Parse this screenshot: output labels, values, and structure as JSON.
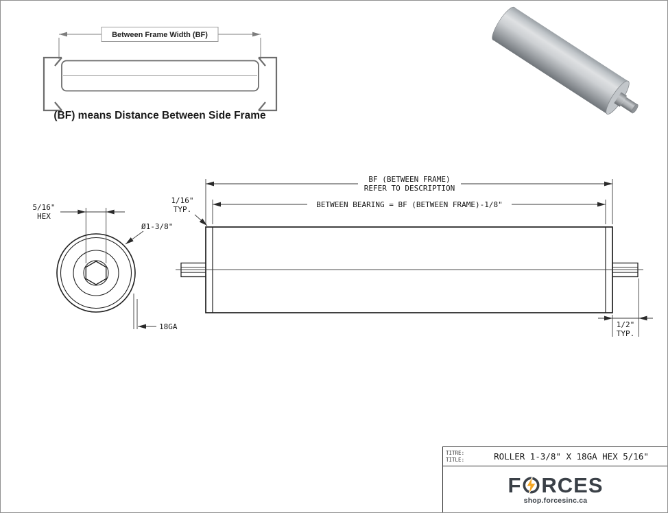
{
  "frame_diagram": {
    "dim_label": "Between Frame Width (BF)",
    "caption": "(BF) means Distance Between Side Frame"
  },
  "end_view": {
    "hex_size": "5/16\"",
    "hex_word": "HEX",
    "diameter": "Ø1-3/8\"",
    "gauge": "18GA"
  },
  "side_view": {
    "bf_line1": "BF (BETWEEN FRAME)",
    "bf_line2": "REFER TO DESCRIPTION",
    "between_bearing": "BETWEEN BEARING = BF (BETWEEN FRAME)-1/8\"",
    "left_inset": "1/16\"",
    "left_inset_typ": "TYP.",
    "right_ext": "1/2\"",
    "right_ext_typ": "TYP."
  },
  "title_block": {
    "titre_label": "TITRE:",
    "title_label": "TITLE:",
    "drawing_title": "ROLLER 1-3/8\" X 18GA HEX 5/16\"",
    "brand_prefix": "F",
    "brand_suffix": "RCES",
    "website": "shop.forcesinc.ca",
    "accent_color": "#f5a623",
    "brand_color": "#3a4047"
  }
}
